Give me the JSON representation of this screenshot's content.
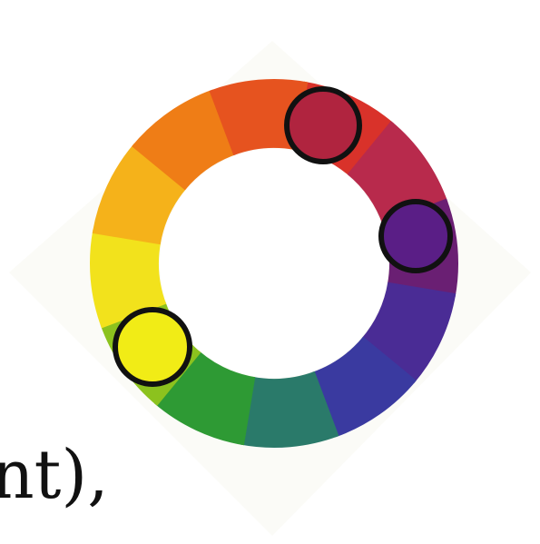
{
  "figure": {
    "caption_fragment": "nt),"
  },
  "wheel": {
    "segments": [
      {
        "name": "red",
        "color": "#d9322a"
      },
      {
        "name": "red-violet",
        "color": "#b82a4c"
      },
      {
        "name": "violet",
        "color": "#6a1f73"
      },
      {
        "name": "blue-violet",
        "color": "#4a2c95"
      },
      {
        "name": "blue",
        "color": "#3a3aa0"
      },
      {
        "name": "blue-green",
        "color": "#2a7a6a"
      },
      {
        "name": "green",
        "color": "#2e9a34"
      },
      {
        "name": "yellow-green",
        "color": "#8cc21e"
      },
      {
        "name": "yellow",
        "color": "#f2e21c"
      },
      {
        "name": "yellow-orange",
        "color": "#f5b21a"
      },
      {
        "name": "orange",
        "color": "#ef7d16"
      },
      {
        "name": "red-orange",
        "color": "#e6531f"
      }
    ],
    "selected_markers": [
      {
        "name": "red-violet-marker",
        "color": "#b0243f"
      },
      {
        "name": "violet-marker",
        "color": "#5a1e86"
      },
      {
        "name": "yellow-marker",
        "color": "#f1ec16"
      }
    ],
    "card_background": "#fbfbf7",
    "outline_color": "#111111"
  }
}
